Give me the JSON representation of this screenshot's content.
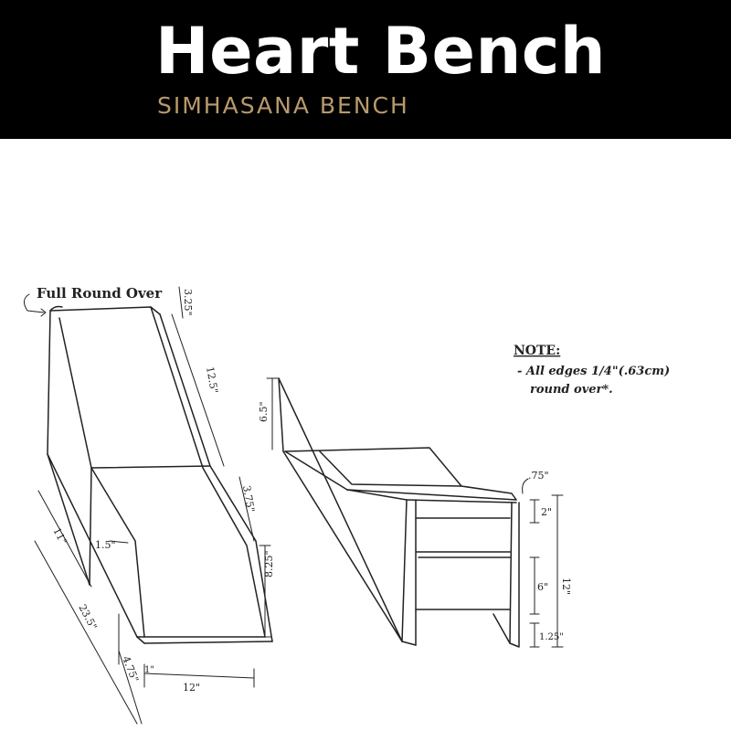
{
  "header": {
    "title": "Heart Bench",
    "subtitle": "SIMHASANA BENCH",
    "background_color": "#000000",
    "title_color": "#ffffff",
    "subtitle_color": "#b89a6c"
  },
  "drawing": {
    "callout": "Full Round Over",
    "note": {
      "heading": "NOTE:",
      "line1": "- All edges 1/4\"(.63cm)",
      "line2": "round over*."
    },
    "dimensions": {
      "top_thickness": "3.25\"",
      "top_slope": "12.5\"",
      "mid_slope": "3.75\"",
      "lower_rise": "8.25\"",
      "depth_short": "11\"",
      "length": "23.5\"",
      "inner_offset": "1.5\"",
      "bottom_short": "4.75\"",
      "foot": "1\"",
      "width": "12\"",
      "side_top": "6.5\"",
      "edge_thickness": ".75\"",
      "rail_gap": "2\"",
      "rail_span": "6\"",
      "base_gap": "1.25\"",
      "total_height": "12\""
    }
  }
}
